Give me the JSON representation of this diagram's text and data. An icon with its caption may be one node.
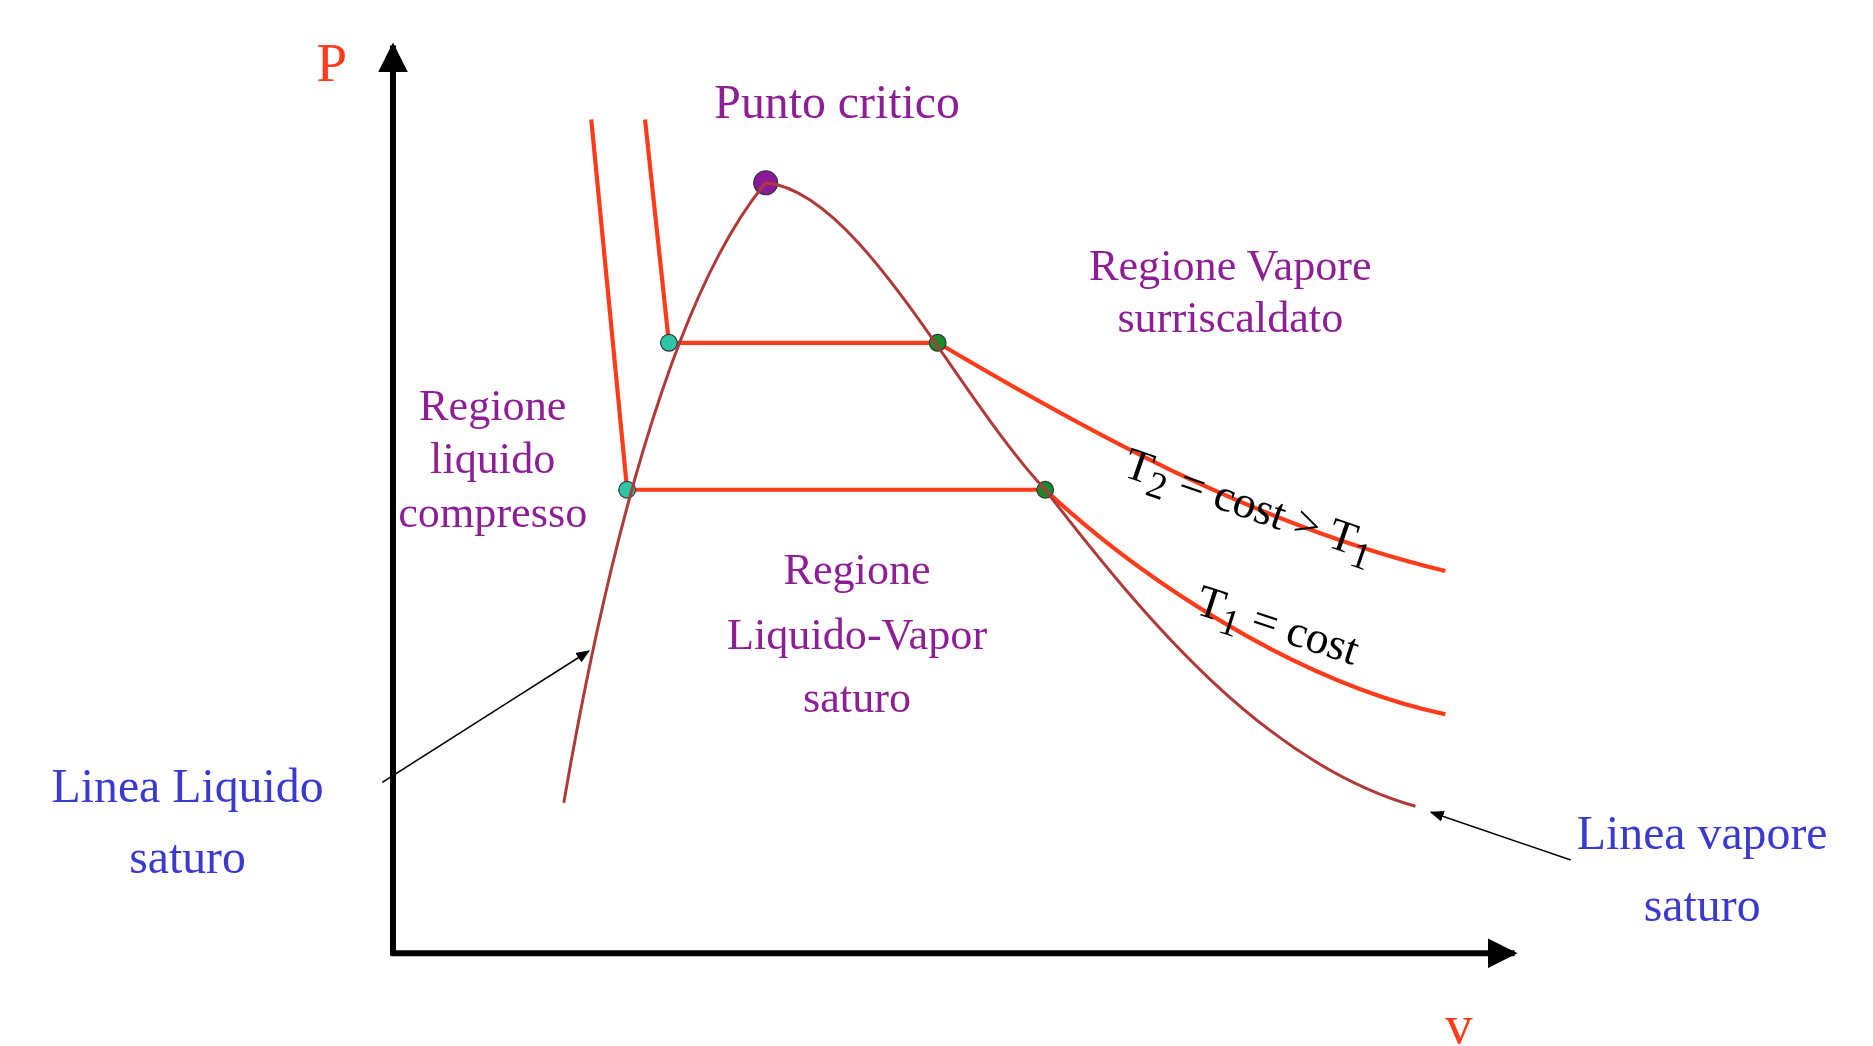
{
  "diagram": {
    "nodes": [
      {
        "text": [
          "Linea Liquido saturo"
        ]
      },
      {
        "text": [],
        "shape": "curve"
      },
      {
        "text": [
          "Linea vapore saturo"
        ]
      },
      {
        "text": [],
        "shape": "curve"
      }
    ],
    "edges": [
      {
        "from": 0,
        "to": 1,
        "arrow": "to"
      },
      {
        "from": 2,
        "to": 3,
        "arrow": "to"
      }
    ],
    "labels": [
      "P",
      "Punto critico",
      "Regione Vapore surriscaldato",
      "Regione liquido compresso",
      "T$_{2}$ = cost > T$_{1}$",
      "T$_{1}$ = cost",
      "Regione Liquido-Vapor saturo",
      "v"
    ]
  }
}
